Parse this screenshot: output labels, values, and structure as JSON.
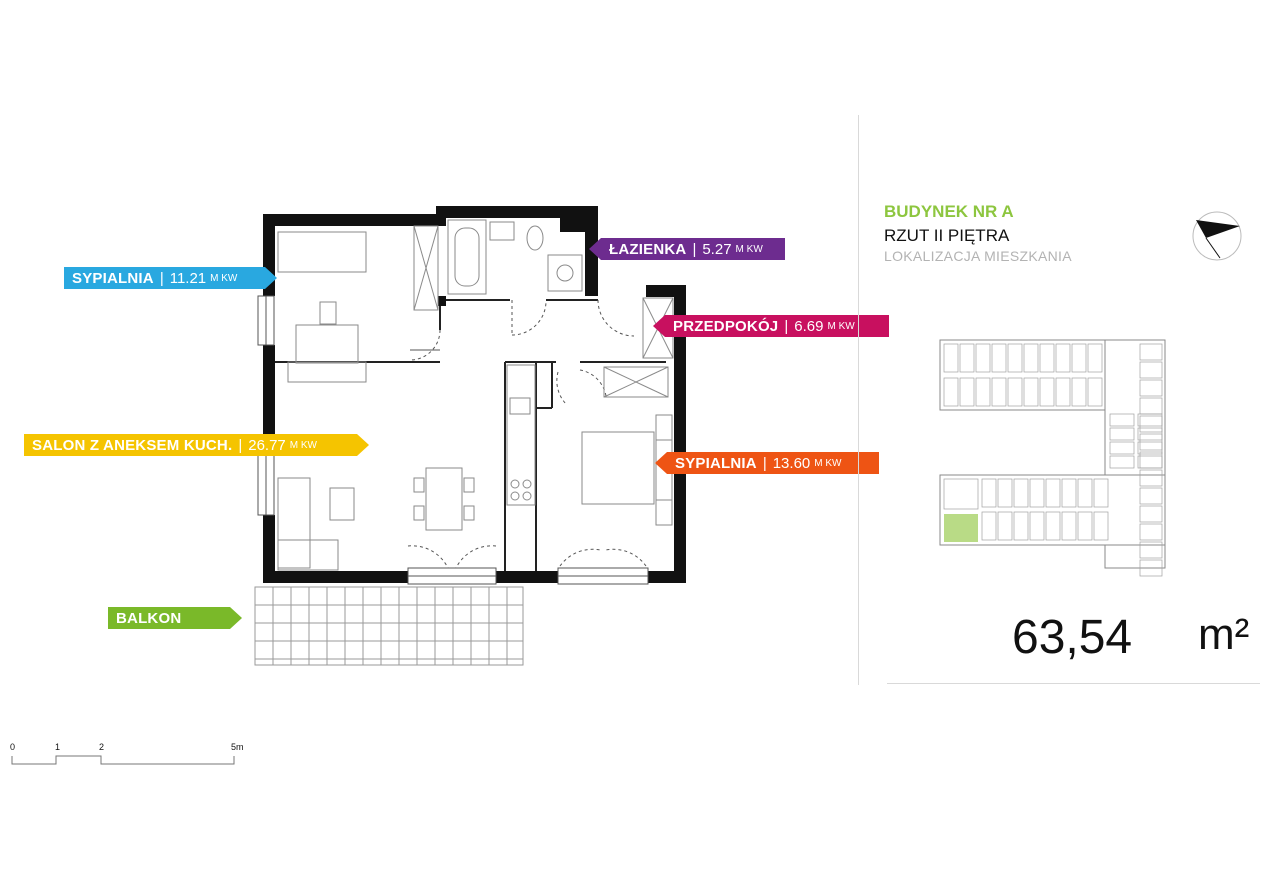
{
  "colors": {
    "sypialnia_1": "#29a8e0",
    "lazienka": "#6d2c8f",
    "przedpokoj": "#c8105f",
    "salon": "#f5c400",
    "sypialnia_2": "#ee5414",
    "balkon": "#7ab929",
    "building_accent": "#8dc63f",
    "apartment_highlight": "#b9db86"
  },
  "rooms": {
    "sypialnia_1": {
      "name": "SYPIALNIA",
      "sep": "|",
      "area": "11.21",
      "unit": "M KW"
    },
    "lazienka": {
      "name": "ŁAZIENKA",
      "sep": "|",
      "area": "5.27",
      "unit": "M KW"
    },
    "przedpokoj": {
      "name": "PRZEDPOKÓJ",
      "sep": "|",
      "area": "6.69",
      "unit": "M KW"
    },
    "salon": {
      "name": "SALON Z ANEKSEM KUCH.",
      "sep": "|",
      "area": "26.77",
      "unit": "M KW"
    },
    "sypialnia_2": {
      "name": "SYPIALNIA",
      "sep": "|",
      "area": "13.60",
      "unit": "M KW"
    },
    "balkon": {
      "name": "BALKON"
    }
  },
  "building": {
    "title": "BUDYNEK NR A",
    "floor": "RZUT II PIĘTRA",
    "location": "LOKALIZACJA MIESZKANIA"
  },
  "area": {
    "value": "63,54",
    "unit": "m²"
  },
  "scale": {
    "labels": [
      "0",
      "1",
      "2",
      "5m"
    ]
  },
  "icons": {
    "compass": "north-arrow-icon"
  }
}
